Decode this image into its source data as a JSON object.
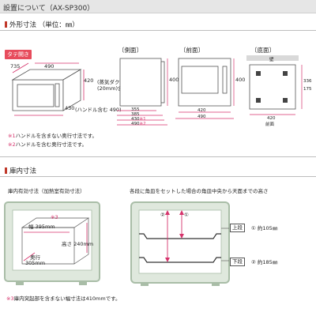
{
  "title": "設置について（AX-SP300）",
  "outer": {
    "heading": "外形寸法",
    "unit": "（単位：㎜）",
    "door_tag": "タテ開き",
    "iso": {
      "d1": "735",
      "d2": "490",
      "h": "420",
      "h_note1": "(蒸気ダクト部",
      "h_note2": "(20mm)含む)",
      "w": "430",
      "w_note": "(ハンドル含む 490)"
    },
    "side": {
      "label": "〔側面〕",
      "h": "400",
      "d1": "355",
      "d2": "385",
      "d3": "430",
      "d3_mark": "※1",
      "d4": "490",
      "d4_mark": "※2"
    },
    "front": {
      "label": "〔前面〕",
      "h": "400",
      "w1": "420",
      "w2": "490"
    },
    "bottom": {
      "label": "〔底面〕",
      "wall": "壁",
      "d": "336",
      "d2": "175",
      "w": "420",
      "front": "前面"
    }
  },
  "notes": [
    {
      "mark": "※1",
      "text": "ハンドルを含まない奥行寸法です。"
    },
    {
      "mark": "※2",
      "text": "ハンドルを含む奥行寸法です。"
    }
  ],
  "inner": {
    "heading": "庫内寸法",
    "left_title": "庫内有効寸法（加熱室有効寸法）",
    "width": "幅 395mm",
    "width_mark": "※3",
    "height": "高さ 240mm",
    "depth_label": "奥行",
    "depth_value": "305mm",
    "right_title": "各段に角皿をセットした場合の角皿中央から天面までの高さ",
    "n1": "①",
    "n2": "②",
    "upper": "上段",
    "lower": "下段",
    "m1_num": "①",
    "m1": "約105㎜",
    "m2_num": "②",
    "m2": "約185㎜",
    "footnote_mark": "※3",
    "footnote": "庫内突起部を含まない幅寸法は410mmです。"
  },
  "colors": {
    "accent": "#d6336c",
    "oven_green": "#a9bda7",
    "oven_fill": "#dfe8dd"
  }
}
